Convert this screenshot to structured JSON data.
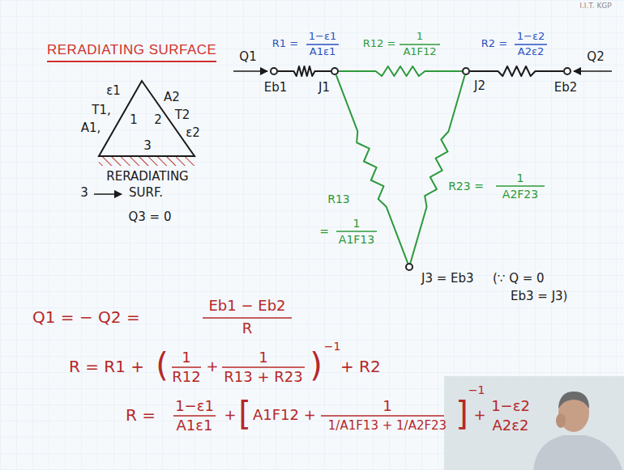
{
  "diagram": {
    "title": "RERADIATING SURFACE",
    "nodes": [
      {
        "text": [
          "Eb1"
        ]
      },
      {
        "text": [
          "J1"
        ]
      },
      {
        "text": [
          "J2"
        ]
      },
      {
        "text": [
          "Eb2"
        ]
      },
      {
        "text": [
          "J3 = Eb3"
        ]
      }
    ],
    "edges": [
      {
        "from": 0,
        "to": 1,
        "arrow": "none",
        "label": "R1 ="
      },
      {
        "from": 1,
        "to": 2,
        "arrow": "none",
        "label": "R12 ="
      },
      {
        "from": 2,
        "to": 3,
        "arrow": "none",
        "label": "R2 ="
      },
      {
        "from": 1,
        "to": 4,
        "arrow": "none",
        "label": "R13"
      },
      {
        "from": 2,
        "to": 4,
        "arrow": "none",
        "label": "R23 ="
      }
    ],
    "labels": [
      "I.I.T. KGP",
      "A1,",
      "T1,",
      "ε1",
      "1",
      "2",
      "A2",
      "T2",
      "ε2",
      "3",
      "RERADIATING",
      "3",
      "SURF.",
      "Q3 = 0",
      "Q1",
      "1−ε1",
      "A1ε1",
      "1",
      "A1F12",
      "1−ε2",
      "A2ε2",
      "Q2",
      "=",
      "1",
      "A1F13",
      "1",
      "A2F23",
      "(∵ Q = 0",
      "Eb3 = J3)",
      "Q1 = − Q2 =",
      "Eb1 − Eb2",
      "R",
      "R = R1 +",
      "(",
      "1",
      "R12",
      "+",
      "1",
      "R13 + R23",
      ")",
      "−1",
      "+ R2",
      "R =",
      "1−ε1",
      "A1ε1",
      "+",
      "[",
      "A1F12 +",
      "1",
      "1/A1F13 + 1/A2F23",
      "]",
      "−1",
      "+",
      "1−ε2",
      "A2ε2"
    ]
  }
}
